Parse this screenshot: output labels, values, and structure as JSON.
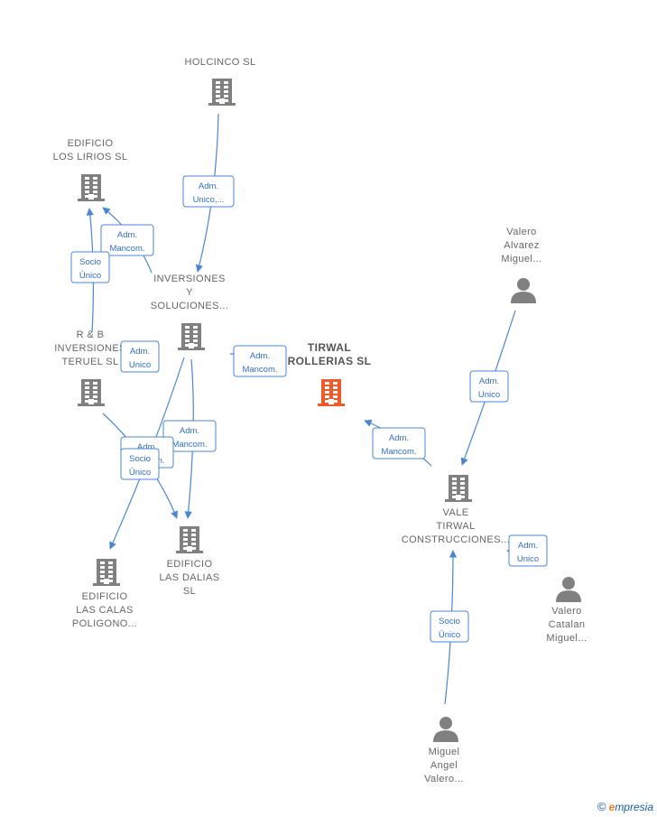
{
  "colors": {
    "company": "#808080",
    "focus": "#f05a28",
    "person": "#808080",
    "edge": "#4a86d4"
  },
  "nodes": [
    {
      "id": "holcinco",
      "kind": "company",
      "icon": "building-icon",
      "lines": [
        "HOLCINCO  SL"
      ]
    },
    {
      "id": "lirios",
      "kind": "company",
      "icon": "building-icon",
      "lines": [
        "EDIFICIO",
        "LOS LIRIOS  SL"
      ]
    },
    {
      "id": "inversiones",
      "kind": "company",
      "icon": "building-icon",
      "lines": [
        "INVERSIONES",
        "Y",
        "SOLUCIONES..."
      ]
    },
    {
      "id": "rb",
      "kind": "company",
      "icon": "building-icon",
      "lines": [
        "R & B",
        "INVERSIONES",
        "TERUEL  SL"
      ]
    },
    {
      "id": "tirwal",
      "kind": "focus",
      "icon": "building-icon",
      "lines": [
        "TIRWAL",
        "ROLLERIAS  SL"
      ]
    },
    {
      "id": "dalias",
      "kind": "company",
      "icon": "building-icon",
      "lines": [
        "EDIFICIO",
        "LAS DALIAS",
        "SL"
      ]
    },
    {
      "id": "calas",
      "kind": "company",
      "icon": "building-icon",
      "lines": [
        "EDIFICIO",
        "LAS CALAS",
        "POLIGONO..."
      ]
    },
    {
      "id": "vale",
      "kind": "company",
      "icon": "building-icon",
      "lines": [
        "VALE",
        "TIRWAL",
        "CONSTRUCCIONES..."
      ]
    },
    {
      "id": "valero_alvarez",
      "kind": "person",
      "icon": "person-icon",
      "lines": [
        "Valero",
        "Alvarez",
        "Miguel..."
      ]
    },
    {
      "id": "valero_catalan",
      "kind": "person",
      "icon": "person-icon",
      "lines": [
        "Valero",
        "Catalan",
        "Miguel..."
      ]
    },
    {
      "id": "miguel_angel",
      "kind": "person",
      "icon": "person-icon",
      "lines": [
        "Miguel",
        "Angel",
        "Valero..."
      ]
    }
  ],
  "edges": [
    {
      "id": "e1",
      "from": "holcinco",
      "to": "inversiones",
      "label": [
        "Adm.",
        "Unico,..."
      ]
    },
    {
      "id": "e2",
      "from": "inversiones",
      "to": "lirios",
      "label": [
        "Adm.",
        "Mancom."
      ]
    },
    {
      "id": "e3",
      "from": "rb",
      "to": "lirios",
      "label": [
        "Socio",
        "Único"
      ]
    },
    {
      "id": "e4",
      "from": "inversiones",
      "to": "dalias",
      "label": [
        "Adm.",
        "Mancom."
      ]
    },
    {
      "id": "e5",
      "from": "rb",
      "to": "dalias",
      "label": [
        "Adm.",
        "Mancom."
      ]
    },
    {
      "id": "e6",
      "from": "inversiones",
      "to": "calas",
      "label": [
        "Socio",
        "Único"
      ]
    },
    {
      "id": "e7",
      "from": "inversiones",
      "to": "tirwal",
      "label": [
        "Adm.",
        "Mancom."
      ]
    },
    {
      "id": "e8",
      "from": "rb",
      "to": "inversiones",
      "label": [
        "Adm.",
        "Unico"
      ]
    },
    {
      "id": "e9",
      "from": "valero_alvarez",
      "to": "vale",
      "label": [
        "Adm.",
        "Unico"
      ]
    },
    {
      "id": "e10",
      "from": "vale",
      "to": "tirwal",
      "label": [
        "Adm.",
        "Mancom."
      ]
    },
    {
      "id": "e11",
      "from": "miguel_angel",
      "to": "vale",
      "label": [
        "Socio",
        "Único"
      ]
    },
    {
      "id": "e12",
      "from": "valero_catalan",
      "to": "vale",
      "label": [
        "Adm.",
        "Unico"
      ]
    }
  ],
  "footer": {
    "copyright": "©",
    "brand_e": "e",
    "brand_rest": "mpresia"
  }
}
